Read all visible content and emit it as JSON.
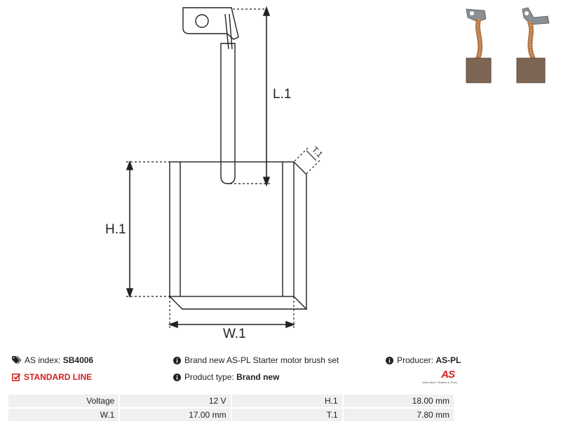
{
  "drawing": {
    "labels": {
      "l1": "L.1",
      "h1": "H.1",
      "w1": "W.1",
      "t1": "T.1"
    }
  },
  "product": {
    "as_index_label": "AS index:",
    "as_index_value": "SB4006",
    "line_label": "STANDARD LINE",
    "description": "Brand new AS-PL Starter motor brush set",
    "product_type_label": "Product type:",
    "product_type_value": "Brand new",
    "producer_label": "Producer:",
    "producer_value": "AS-PL"
  },
  "logo": {
    "mark": "AS",
    "tagline": "Alternators, Starters & Parts"
  },
  "specs": [
    {
      "label1": "Voltage",
      "value1": "12 V",
      "label2": "H.1",
      "value2": "18.00 mm"
    },
    {
      "label1": "W.1",
      "value1": "17.00 mm",
      "label2": "T.1",
      "value2": "7.80 mm"
    }
  ],
  "colors": {
    "accent_red": "#d41f1f",
    "cell_bg": "#f0f0f0"
  },
  "icons": [
    "tag-icon",
    "check-square-icon",
    "info-circle-icon"
  ]
}
